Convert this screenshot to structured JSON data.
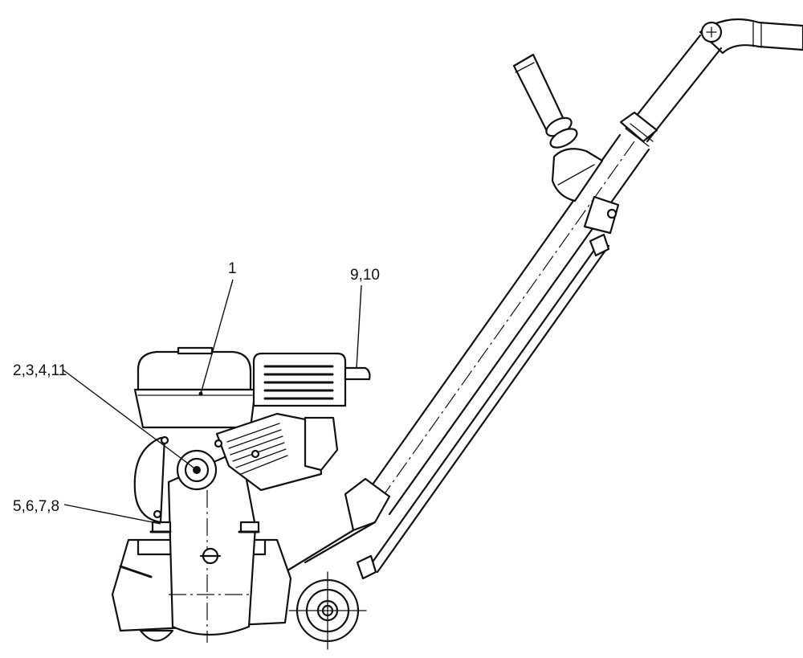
{
  "callouts": {
    "c1": "1",
    "c9_10": "9,10",
    "c2_3_4_11": "2,3,4,11",
    "c5_6_7_8": "5,6,7,8"
  }
}
